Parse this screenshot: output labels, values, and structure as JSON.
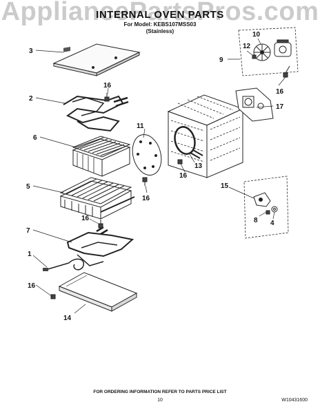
{
  "watermark": "AppliancePartsPros.com",
  "title": "INTERNAL OVEN PARTS",
  "model_line": "For Model: KEBS107MSS03",
  "finish": "(Stainless)",
  "footer_note": "FOR ORDERING INFORMATION REFER TO PARTS PRICE LIST",
  "page_number": "10",
  "document_number": "W10431600",
  "callouts": [
    "1",
    "2",
    "3",
    "4",
    "5",
    "6",
    "7",
    "8",
    "9",
    "10",
    "11",
    "12",
    "13",
    "14",
    "15",
    "16",
    "17"
  ]
}
